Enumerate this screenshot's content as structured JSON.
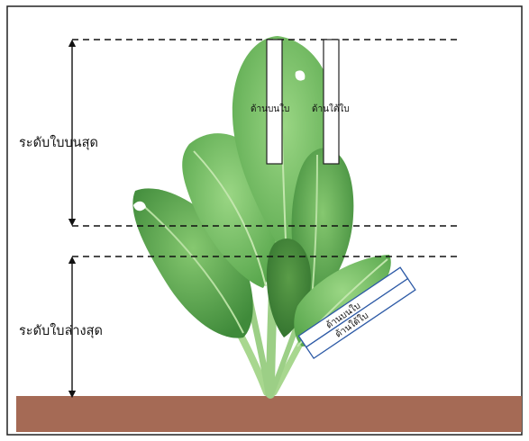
{
  "figure": {
    "upper_level_label": "ระดับใบบนสุด",
    "lower_level_label": "ระดับใบล่างสุด",
    "upper_strips": {
      "upper_side": "ด้านบนใบ",
      "lower_side": "ด้านใต้ใบ"
    },
    "lower_strip": {
      "upper_side": "ด้านบนใบ",
      "lower_side": "ด้านใต้ใบ"
    }
  },
  "colors": {
    "soil": "#a56a55",
    "leaf_dark": "#3f8a3a",
    "leaf_mid": "#5aa84e",
    "leaf_light": "#7fc06a",
    "stem": "#9ccf86",
    "strip_border": "#2d5aa6"
  }
}
